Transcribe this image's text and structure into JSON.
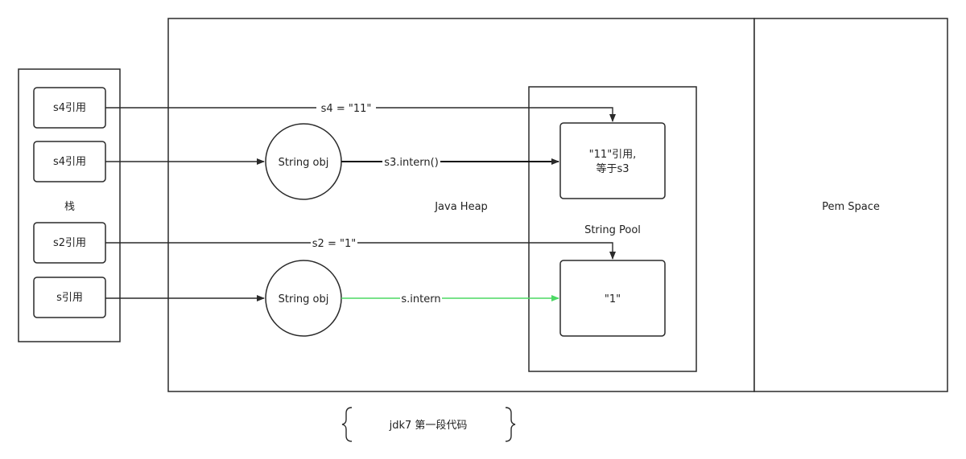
{
  "stack": {
    "label": "栈",
    "refs": [
      "s4引用",
      "s4引用",
      "s2引用",
      "s引用"
    ]
  },
  "heap": {
    "label": "Java Heap",
    "objects": [
      "String obj",
      "String obj"
    ]
  },
  "pool": {
    "label": "String Pool",
    "entry_top_line1": "\"11\"引用,",
    "entry_top_line2": "等于s3",
    "entry_bottom": "\"1\""
  },
  "perm": {
    "label": "Pem Space"
  },
  "edges": {
    "s4_assign": "s4 = \"11\"",
    "s3_intern": "s3.intern()",
    "s2_assign": "s2 = \"1\"",
    "s_intern": "s.intern"
  },
  "colors": {
    "intern_arrow": "#4cd964",
    "stroke": "#2a2a2a"
  },
  "caption": "jdk7 第一段代码"
}
